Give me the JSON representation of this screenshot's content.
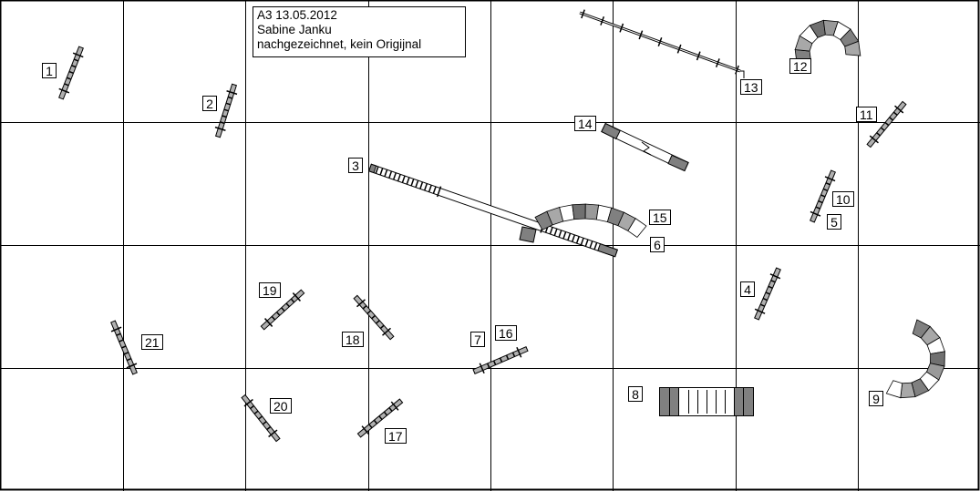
{
  "header": {
    "lines": [
      "A3 13.05.2012",
      "Sabine Janku",
      "nachgezeichnet, kein Origijnal"
    ]
  },
  "obstacles": {
    "labels": [
      "1",
      "2",
      "3",
      "4",
      "5",
      "6",
      "7",
      "8",
      "9",
      "10",
      "11",
      "12",
      "13",
      "14",
      "15",
      "16",
      "17",
      "18",
      "19",
      "20",
      "21"
    ]
  },
  "colors": {
    "grid": "#000000",
    "dark": "#808080",
    "mid": "#a8a8a8",
    "light": "#ffffff"
  }
}
